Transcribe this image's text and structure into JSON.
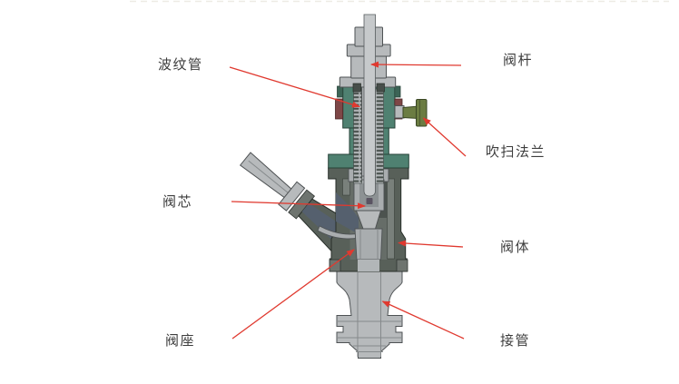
{
  "diagram": {
    "labels": [
      {
        "id": "bellows",
        "text": "波纹管"
      },
      {
        "id": "valve-stem",
        "text": "阀杆"
      },
      {
        "id": "purge-flange",
        "text": "吹扫法兰"
      },
      {
        "id": "valve-plug",
        "text": "阀芯"
      },
      {
        "id": "valve-body",
        "text": "阀体"
      },
      {
        "id": "valve-seat",
        "text": "阀座"
      },
      {
        "id": "connecting-pipe",
        "text": "接管"
      }
    ],
    "colors": {
      "background": "#ffffff",
      "leader_line": "#e0392f",
      "label_text": "#3d3d3d",
      "bonnet_green": "#4f8171",
      "body_dark": "#586059",
      "metal_light": "#b7babc",
      "gasket_maroon": "#7e4747",
      "purge_olive": "#6b7c42",
      "passage_blue_gray": "#55606e"
    }
  }
}
